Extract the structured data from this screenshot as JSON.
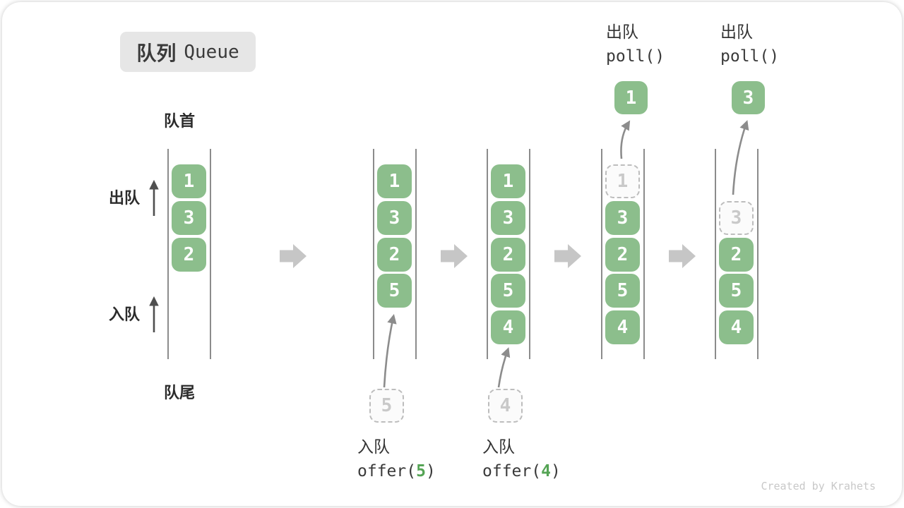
{
  "title": {
    "zh": "队列",
    "en": "Queue"
  },
  "labels": {
    "front": "队首",
    "rear": "队尾",
    "dequeue": "出队",
    "enqueue": "入队"
  },
  "states": [
    {
      "boxes": [
        "1",
        "3",
        "2"
      ]
    },
    {
      "boxes": [
        "1",
        "3",
        "2",
        "5"
      ],
      "pending": "5"
    },
    {
      "boxes": [
        "1",
        "3",
        "2",
        "5",
        "4"
      ],
      "pending": "4"
    },
    {
      "boxes": [
        "3",
        "2",
        "5",
        "4"
      ],
      "removed": "1",
      "popped": "1"
    },
    {
      "boxes": [
        "2",
        "5",
        "4"
      ],
      "removed": "3",
      "popped": "3"
    }
  ],
  "operations": {
    "enqueue5": {
      "label": "入队",
      "fn": "offer(",
      "arg": "5",
      "close": ")"
    },
    "enqueue4": {
      "label": "入队",
      "fn": "offer(",
      "arg": "4",
      "close": ")"
    },
    "dequeue1": {
      "label": "出队",
      "code": "poll()"
    },
    "dequeue2": {
      "label": "出队",
      "code": "poll()"
    }
  },
  "watermark": "Created by Krahets",
  "colors": {
    "box_green": "#8cbe8c",
    "code_green": "#55a455",
    "block_arrow_gray": "#c6c6c6",
    "line_gray": "#4d4d4d",
    "badge_gray": "#e6e6e6"
  }
}
